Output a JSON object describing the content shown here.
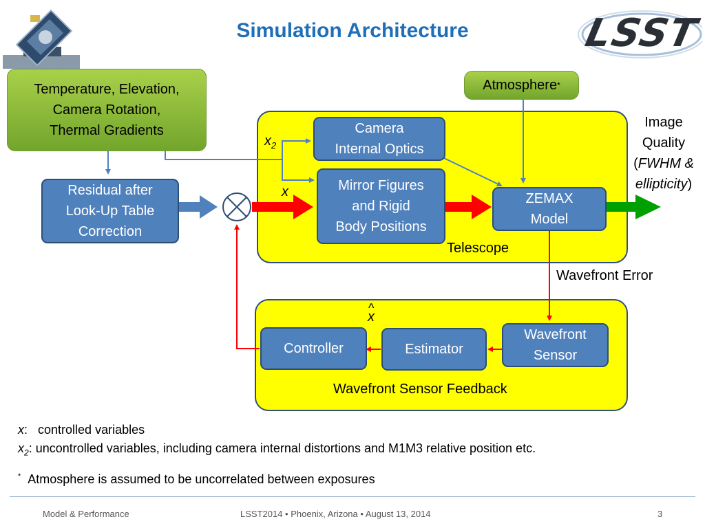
{
  "slide": {
    "title": "Simulation Architecture",
    "logo_text": "LSST"
  },
  "diagram": {
    "env_box": {
      "line1": "Temperature, Elevation,",
      "line2": "Camera Rotation,",
      "line3": "Thermal Gradients"
    },
    "atmosphere": {
      "label": "Atmosphere",
      "mark": "*"
    },
    "residual_box": {
      "line1": "Residual after",
      "line2": "Look-Up Table",
      "line3": "Correction"
    },
    "camera_box": {
      "line1": "Camera",
      "line2": "Internal Optics"
    },
    "mirror_box": {
      "line1": "Mirror Figures",
      "line2": "and Rigid",
      "line3": "Body Positions"
    },
    "zemax_box": {
      "line1": "ZEMAX",
      "line2": "Model"
    },
    "telescope_label": "Telescope",
    "image_quality": {
      "line1": "Image",
      "line2": "Quality",
      "open": "(",
      "fwhm": "FWHM &",
      "ellipticity": "ellipticity",
      "close": ")"
    },
    "x2_label": {
      "var": "x",
      "sub": "2"
    },
    "x_label": "x",
    "wavefront_error": "Wavefront Error",
    "xhat_label": "x",
    "controller_box": "Controller",
    "estimator_box": "Estimator",
    "sensor_box": {
      "line1": "Wavefront",
      "line2": "Sensor"
    },
    "feedback_label": "Wavefront Sensor Feedback"
  },
  "notes": {
    "x_var": "x",
    "x_sep": ":",
    "x_text": "controlled variables",
    "x2_var": "x",
    "x2_sub": "2",
    "x2_text": ":  uncontrolled variables, including camera internal distortions and M1M3 relative position etc.",
    "star_mark": "*",
    "star_text": "Atmosphere is assumed to be  uncorrelated between exposures"
  },
  "footer": {
    "left": "Model & Performance",
    "center": "LSST2014 • Phoenix, Arizona • August 13, 2014",
    "page": "3"
  },
  "colors": {
    "title": "#1f6fb8",
    "panel": "#ffff00",
    "box": "#4f81bd",
    "green_box": "#8dbf3c",
    "red_arrow": "#ff0000",
    "green_arrow": "#00a000",
    "blue_arrow": "#4f81bd"
  }
}
